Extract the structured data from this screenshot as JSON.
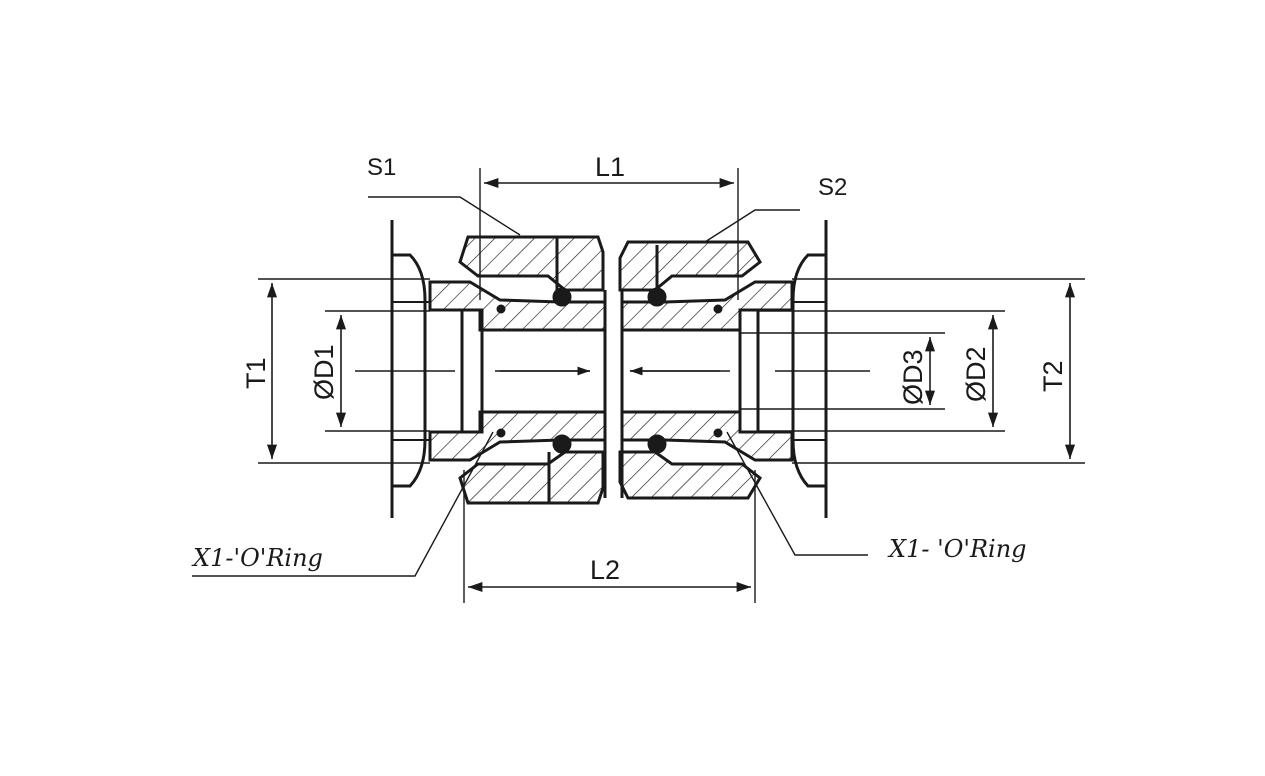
{
  "labels": {
    "s1": "S1",
    "s2": "S2",
    "l1": "L1",
    "l2": "L2",
    "t1": "T1",
    "t2": "T2",
    "d1": "ØD1",
    "d2": "ØD2",
    "d3": "ØD3",
    "oring_left": "X1-'O'Ring",
    "oring_right": "X1- 'O'Ring"
  },
  "colors": {
    "ink": "#1a1a1a",
    "background": "#ffffff"
  }
}
